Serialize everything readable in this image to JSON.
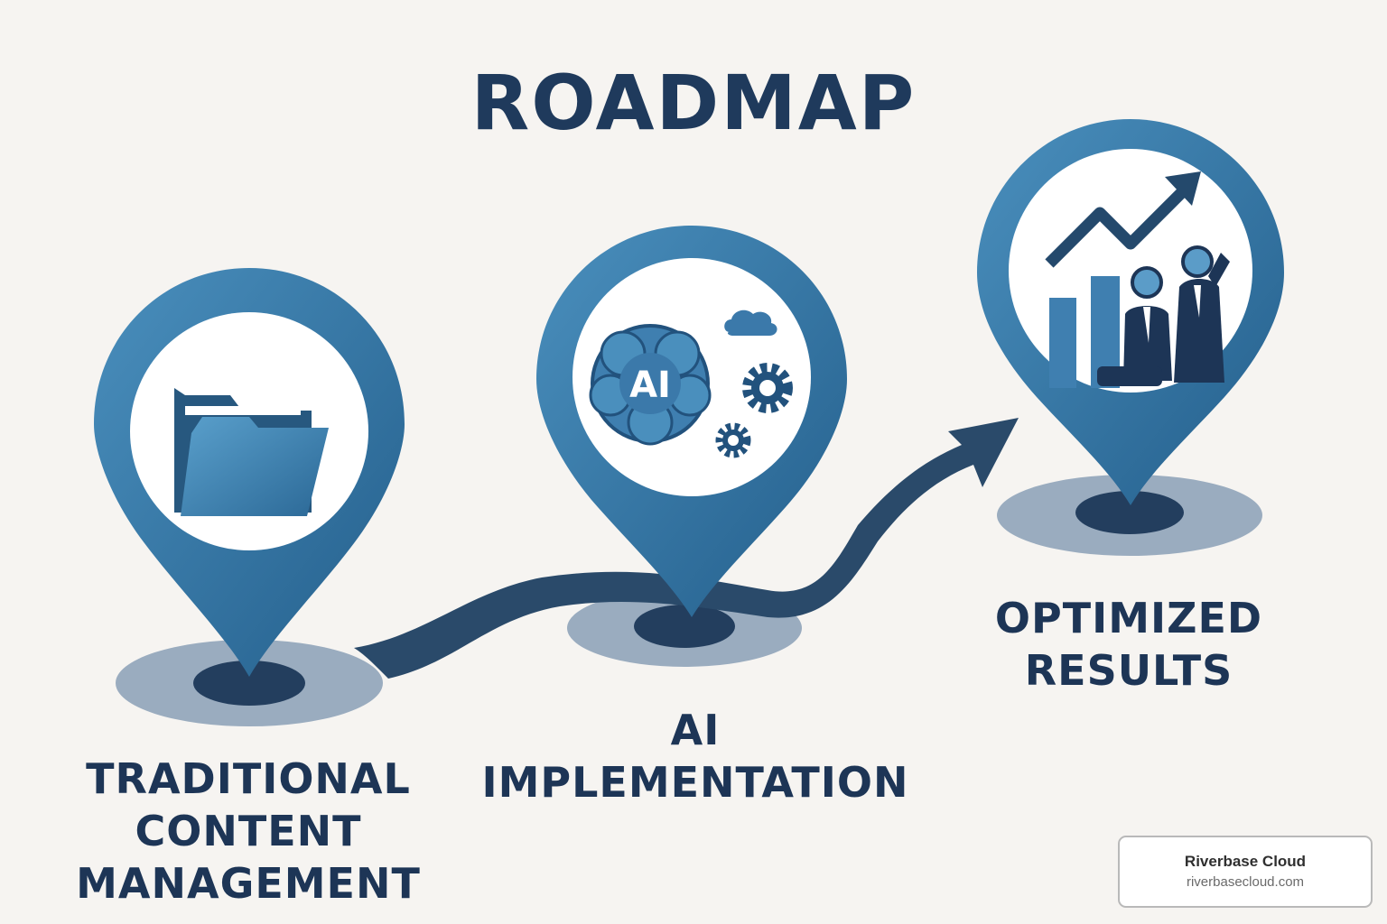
{
  "title": "ROADMAP",
  "milestones": [
    {
      "lines": [
        "TRADITIONAL",
        "CONTENT",
        "MANAGEMENT"
      ],
      "icon": "folder-icon"
    },
    {
      "lines": [
        "AI",
        "IMPLEMENTATION"
      ],
      "icon": "ai-brain-icon",
      "icon_text": "AI"
    },
    {
      "lines": [
        "OPTIMIZED",
        "RESULTS"
      ],
      "icon": "growth-chart-people-icon"
    }
  ],
  "brand": {
    "name": "Riverbase Cloud",
    "url": "riverbasecloud.com"
  },
  "colors": {
    "pin_blue": "#2f6f9f",
    "pin_light": "#4a8fbd",
    "path_navy": "#2a4a6a",
    "shadow_base": "#8ca0b6",
    "text_navy": "#1d3556",
    "background": "#f6f4f1"
  }
}
